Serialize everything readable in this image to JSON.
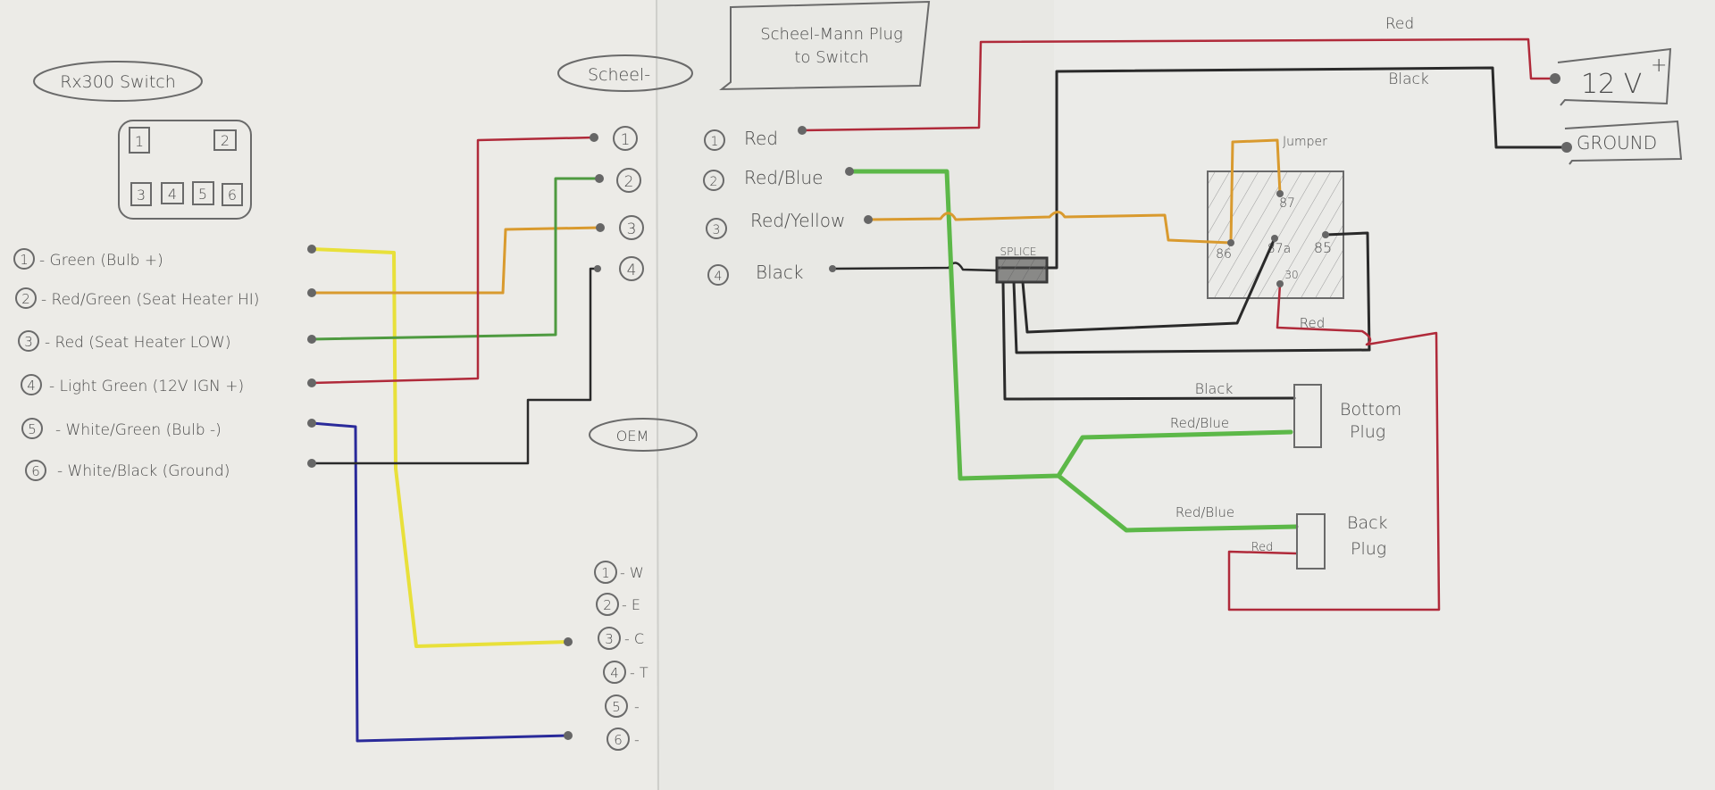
{
  "colors": {
    "paper_left": "#ecebe7",
    "paper_right": "#e8e8e4",
    "paper_right_light": "#ebebe8",
    "pencil": "#6a6a6a",
    "red": "#b02a3a",
    "black": "#2a2a2a",
    "green": "#5cb848",
    "light_green": "#4e9a40",
    "orange": "#d99a2e",
    "yellow": "#e8e03a",
    "blue": "#2a2a9a"
  },
  "left_sheet": {
    "title": "Rx300 Switch",
    "connector_pins": [
      "1",
      "2",
      "3",
      "4",
      "5",
      "6"
    ],
    "pin_list": [
      {
        "num": "1",
        "label": "- Green (Bulb +)"
      },
      {
        "num": "2",
        "label": "- Red/Green (Seat Heater HI)"
      },
      {
        "num": "3",
        "label": "- Red (Seat Heater LOW)"
      },
      {
        "num": "4",
        "label": "- Light Green (12V IGN +)"
      },
      {
        "num": "5",
        "label": "- White/Green (Bulb -)"
      },
      {
        "num": "6",
        "label": "- White/Black (Ground)"
      }
    ],
    "schee_label": "Scheel-",
    "schee_pins": [
      "1",
      "2",
      "3",
      "4"
    ],
    "oem_label": "OEM",
    "oem_pins": [
      {
        "num": "1",
        "text": "- W"
      },
      {
        "num": "2",
        "text": "- E"
      },
      {
        "num": "3",
        "text": "- C"
      },
      {
        "num": "4",
        "text": "- T"
      },
      {
        "num": "5",
        "text": "-"
      },
      {
        "num": "6",
        "text": "-"
      }
    ]
  },
  "right_sheet": {
    "title_line1": "Scheel-Mann Plug",
    "title_line2": "to Switch",
    "plug_pins": [
      {
        "num": "1",
        "label": "Red"
      },
      {
        "num": "2",
        "label": "Red/Blue"
      },
      {
        "num": "3",
        "label": "Red/Yellow"
      },
      {
        "num": "4",
        "label": "Black"
      }
    ],
    "wire_labels": {
      "top_red": "Red",
      "top_black": "Black",
      "relay_red": "Red",
      "bottom_black": "Black",
      "bottom_redblue": "Red/Blue",
      "back_redblue": "Red/Blue",
      "back_red": "Red"
    },
    "power_label": "12 V",
    "power_sign": "+",
    "ground_label": "GROUND",
    "splice_label": "SPLICE",
    "jumper_label": "Jumper",
    "relay_pins": {
      "p87": "87",
      "p86": "86",
      "p87a": "87a",
      "p85": "85",
      "p30": "30"
    },
    "bottom_plug": [
      "Bottom",
      "Plug"
    ],
    "back_plug": [
      "Back",
      "Plug"
    ]
  }
}
